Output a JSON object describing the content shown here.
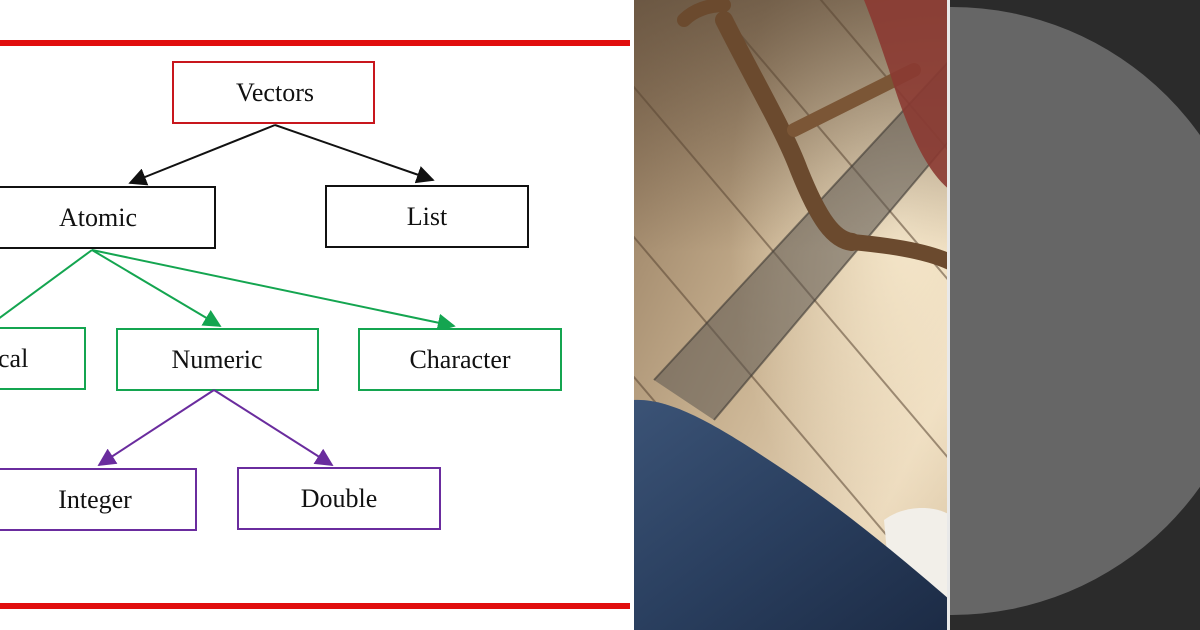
{
  "diagram": {
    "colors": {
      "frame": "#e10e0e",
      "level0": "#c8161d",
      "level1": "#111111",
      "level2": "#14a550",
      "level3": "#6a2c9e"
    },
    "nodes": {
      "vectors": "Vectors",
      "atomic": "Atomic",
      "list": "List",
      "logical_partial": "cal",
      "numeric": "Numeric",
      "character": "Character",
      "integer": "Integer",
      "double": "Double"
    }
  },
  "photo": {
    "subject": "wooden-floor-chair-legs-photo"
  },
  "right_panel": {
    "background_color": "#2b2b2b",
    "disc_color": "#666666"
  }
}
